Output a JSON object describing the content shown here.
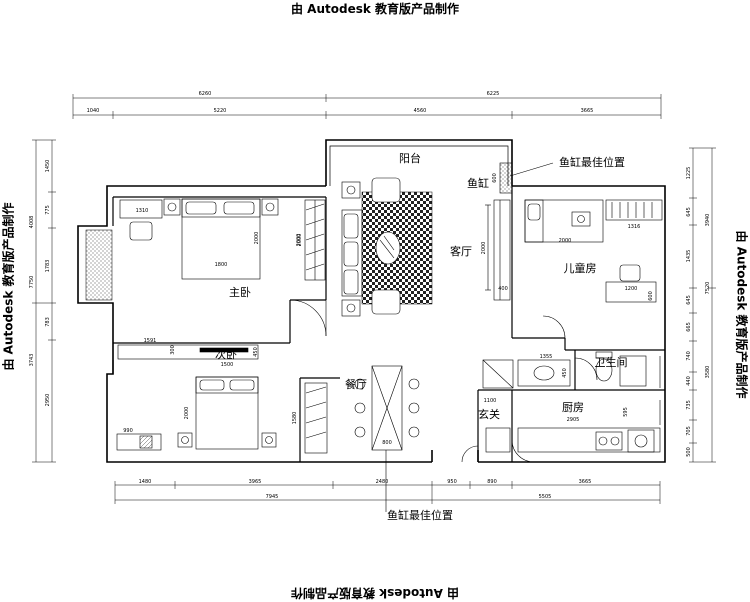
{
  "watermark": {
    "top": "由 Autodesk 教育版产品制作",
    "bottom": "由 Autodesk 教育版产品制作",
    "left": "由 Autodesk 教育版产品制作",
    "right": "由 Autodesk 教育版产品制作"
  },
  "rooms": {
    "balcony": "阳台",
    "master_bedroom": "主卧",
    "second_bedroom": "次卧",
    "living_room": "客厅",
    "kids_room": "儿童房",
    "bathroom": "卫生间",
    "dining_room": "餐厅",
    "entrance": "玄关",
    "kitchen": "厨房",
    "fish_tank": "鱼缸"
  },
  "annotations": {
    "fish_tank_top": "鱼缸最佳位置",
    "fish_tank_bottom": "鱼缸最佳位置"
  },
  "dimensions": {
    "top_row1": [
      "6260",
      "6225"
    ],
    "top_row2": [
      "1040",
      "5220",
      "4560",
      "3665"
    ],
    "bottom_row1": [
      "1480",
      "3965",
      "2480",
      "950",
      "890",
      "3665"
    ],
    "bottom_row2": [
      "7945",
      "5505"
    ],
    "left_row1": [
      "1450",
      "775",
      "1783",
      "783",
      "2950"
    ],
    "left_row2": [
      "4008",
      "7750",
      "3743"
    ],
    "right_row1": [
      "1225",
      "645",
      "1435",
      "645",
      "665",
      "740",
      "440",
      "735",
      "705",
      "500"
    ],
    "right_row2": [
      "3940",
      "7520",
      "3580"
    ]
  },
  "furniture_labels": {
    "mb_bed_w": "1800",
    "mb_bed_h": "2000",
    "mb_wardrobe_h": "2000",
    "mb_nightstand": "1310",
    "mb_cabinet": "1591",
    "mb_cabinet_d": "450",
    "sb_bed_w": "1500",
    "sb_bed_h": "2000",
    "sb_desk": "990",
    "sb_wardrobe": "1580",
    "sb_300": "300",
    "living_sofa": "2000",
    "living_tv": "2000",
    "living_tv_d": "400",
    "kid_bed": "2000",
    "kid_desk": "1316",
    "kid_desk2": "1200",
    "kid_desk_d": "600",
    "bath_vanity": "1355",
    "bath_vanity_d": "450",
    "entrance_cab": "1100",
    "kitchen_counter": "2905",
    "kitchen_sink": "595",
    "dining_table": "800",
    "fish_tank_dim": "600"
  }
}
